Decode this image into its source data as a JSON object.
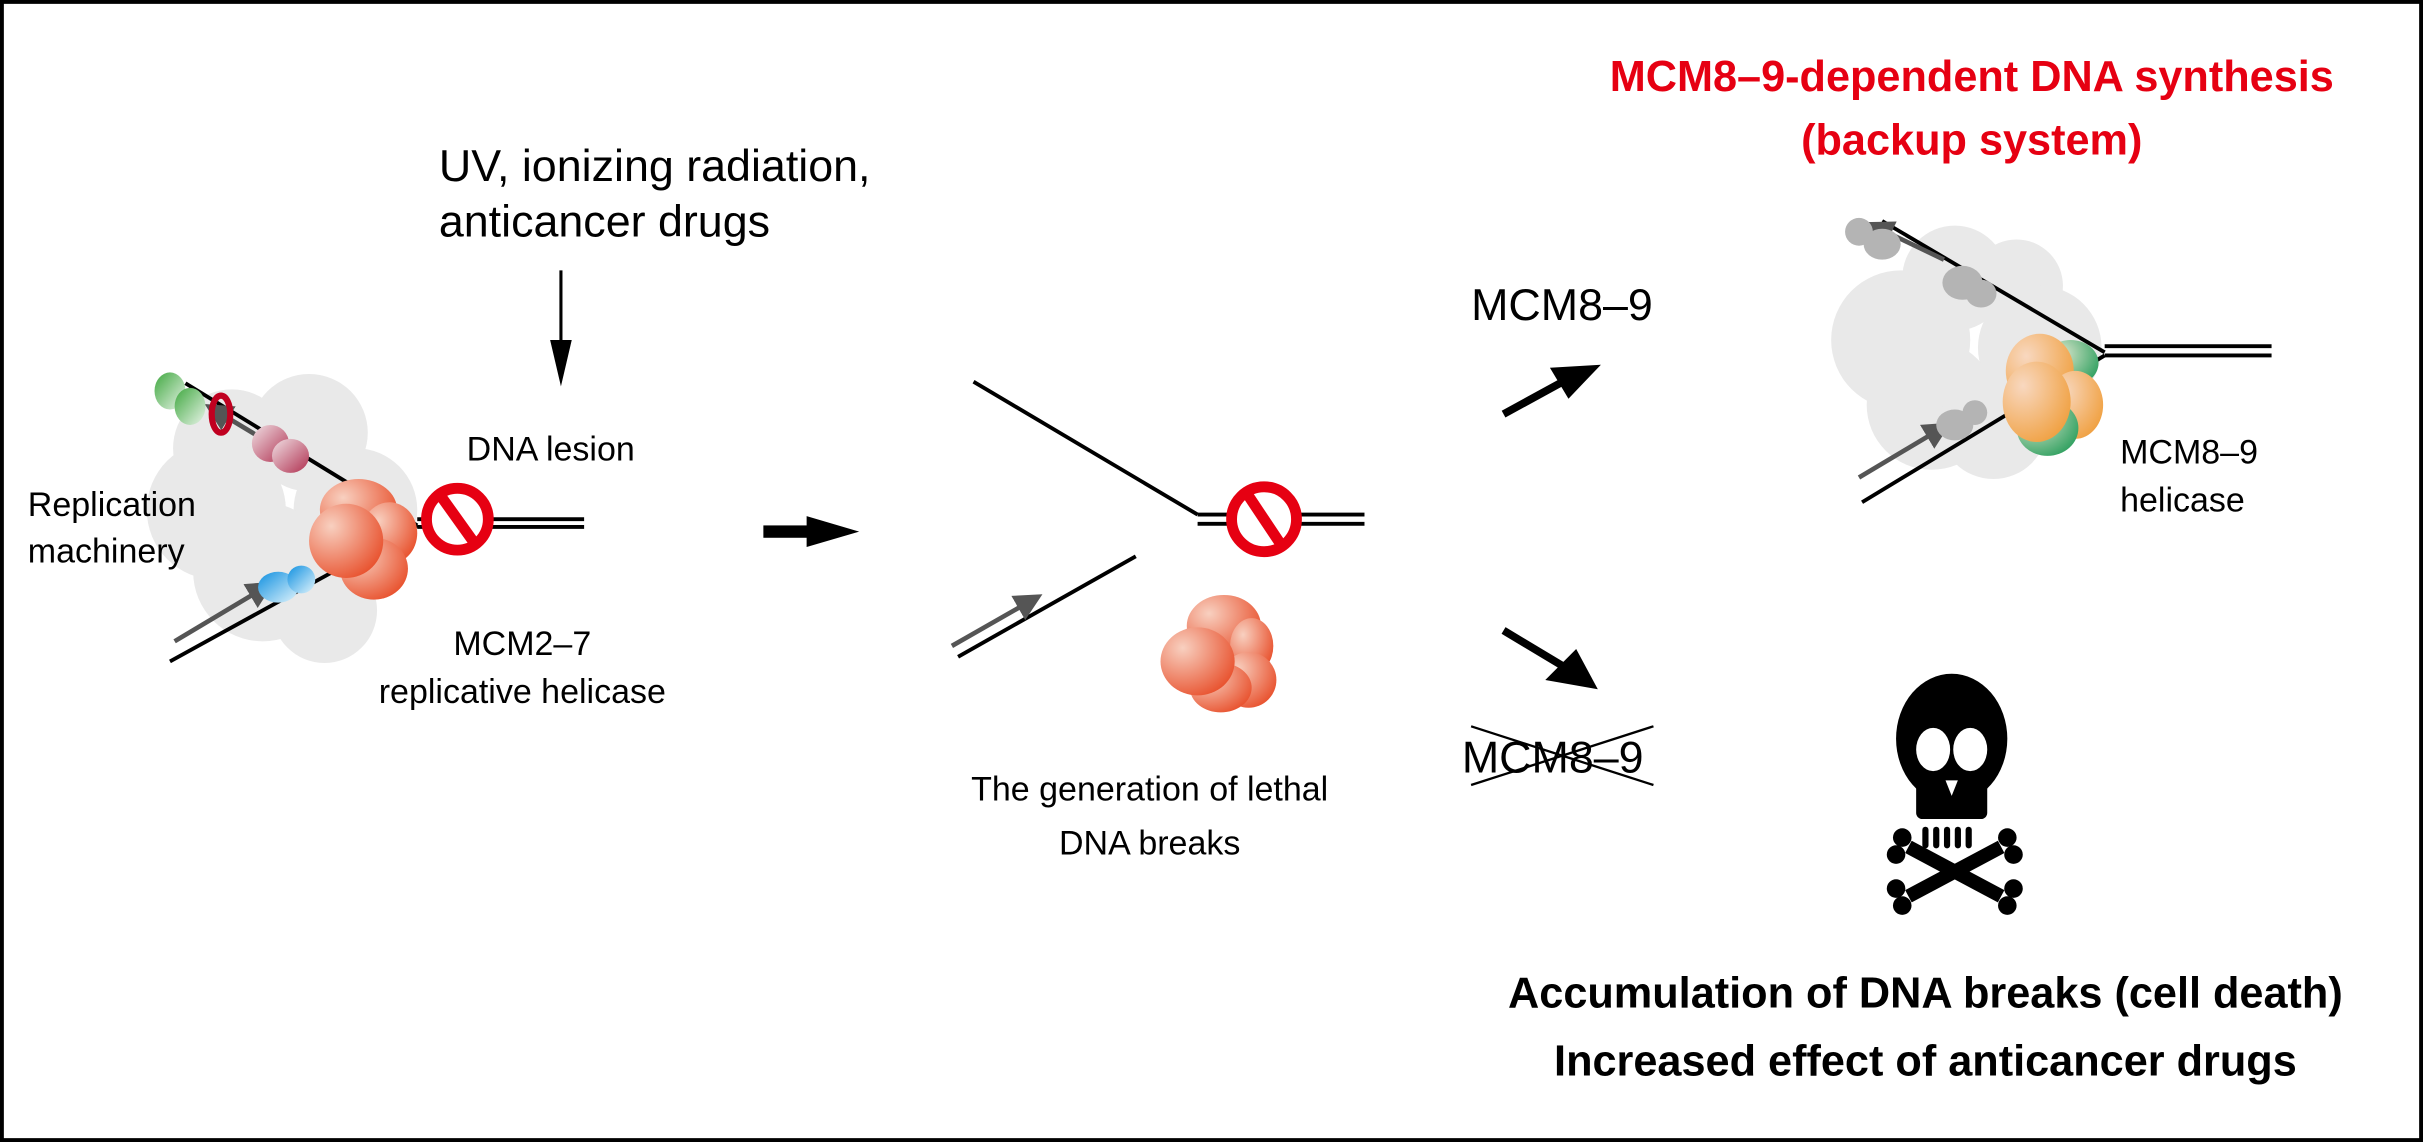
{
  "colors": {
    "accent_red": "#e60012",
    "mcm27": "#e8603c",
    "mcm8": "#f0a050",
    "mcm9": "#3aa860",
    "cloud": "#e9e9e9",
    "polymerase_gray": "#b4b4b4",
    "green_protein": "#4cb050",
    "pink_protein": "#c04060",
    "blue_protein": "#30a8e0"
  },
  "stage1": {
    "cause_line1": "UV, ionizing radiation,",
    "cause_line2": "anticancer drugs",
    "lesion_label": "DNA lesion",
    "machinery_line1": "Replication",
    "machinery_line2": "machinery",
    "helicase_line1": "MCM2–7",
    "helicase_line2": "replicative helicase"
  },
  "stage2": {
    "caption_line1": "The generation of lethal",
    "caption_line2": "DNA breaks"
  },
  "stage3_backup": {
    "title_line1": "MCM8–9-dependent DNA synthesis",
    "title_line2": "(backup system)",
    "pathway_label": "MCM8–9",
    "helicase_line1": "MCM8–9",
    "helicase_line2": "helicase"
  },
  "stage3_loss": {
    "pathway_label": "MCM8–9",
    "pathway_label_struck": true,
    "icon": "skull-crossbones-icon",
    "outcome_line1": "Accumulation of DNA breaks (cell death)",
    "outcome_line2": "Increased effect of anticancer drugs"
  }
}
